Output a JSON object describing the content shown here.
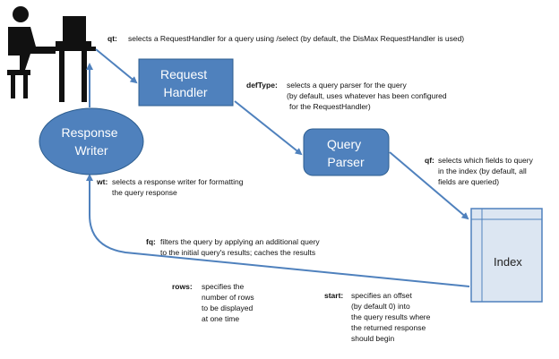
{
  "colors": {
    "node_fill": "#4f81bd",
    "node_stroke": "#2c5d8f",
    "arrow": "#4f81bd",
    "index_fill": "#dce6f2",
    "index_stroke": "#4f81bd",
    "user_icon": "#111111"
  },
  "icons": {
    "user": "person-at-computer-icon"
  },
  "nodes": {
    "request_handler": [
      "Request",
      "Handler"
    ],
    "response_writer": [
      "Response",
      "Writer"
    ],
    "query_parser": [
      "Query",
      "Parser"
    ],
    "index": "Index"
  },
  "annotations": {
    "qt": {
      "key": "qt:",
      "lines": [
        "selects a RequestHandler for a query using /select (by default, the DisMax RequestHandler is used)"
      ]
    },
    "deftype": {
      "key": "defType:",
      "lines": [
        "selects a query parser for the query",
        "(by default, uses whatever has been configured",
        "for the RequestHandler)"
      ]
    },
    "qf": {
      "key": "qf:",
      "lines": [
        "selects which fields to query",
        "in the index (by default, all",
        "fields are queried)"
      ]
    },
    "wt": {
      "key": "wt:",
      "lines": [
        "selects a response writer for formatting",
        "the query response"
      ]
    },
    "fq": {
      "key": "fq:",
      "lines": [
        "filters the query by applying an additional query",
        "to the initial query's results; caches the results"
      ]
    },
    "rows": {
      "key": "rows:",
      "lines": [
        "specifies the",
        "number of rows",
        "to be displayed",
        "at one time"
      ]
    },
    "start": {
      "key": "start:",
      "lines": [
        "specifies an offset",
        "(by default 0) into",
        "the query results where",
        "the returned response",
        "should begin"
      ]
    }
  }
}
